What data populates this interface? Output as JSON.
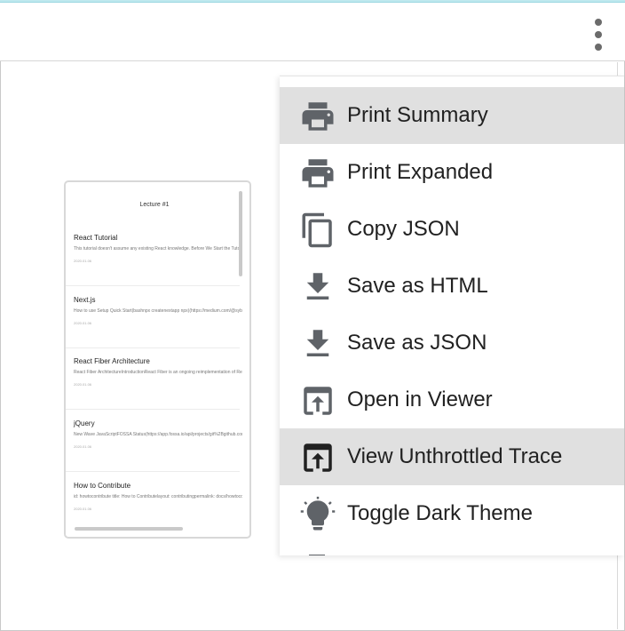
{
  "report": {
    "title": "Lecture #1",
    "entries": [
      {
        "title": "React Tutorial",
        "desc": "This tutorial doesn't assume any existing React knowledge. Before We Start the Tutorial (beforewestartthetutorial) We will build a small game during this tutorial",
        "date": "2020.01.06"
      },
      {
        "title": "Next.js",
        "desc": "How to use Setup Quick Start(bashnpx createnextapp npx)(https://medium.com/@sybkelabs/introducingnextjs) comes with create-next-app out of the box",
        "date": "2020.01.06"
      },
      {
        "title": "React Fiber Architecture",
        "desc": "React Fiber ArchitectureIntroductionReact Fiber is an ongoing reimplementation of React's core algorithm. It is the culmination of over two years of research",
        "date": "2020.01.06"
      },
      {
        "title": "jQuery",
        "desc": "New Wave JavaScriptFOSSA Status(https://app.fossa.io/api/projects/git%2Bgithub.com%2Fjquery%2Fjquery.svg?type=shield)(https://app.fossa.io/projects/git)",
        "date": "2020.01.06"
      },
      {
        "title": "How to Contribute",
        "desc": "id: howtocontribute title: How to Contributelayout: contributingpermalink: docs/howtocontribute.htmlnext: codebaseoverview.htmlredirect from: contributing",
        "date": "2020.01.06"
      }
    ]
  },
  "menu": {
    "items": [
      {
        "label": "Print Summary",
        "icon": "printer-icon",
        "highlighted": true
      },
      {
        "label": "Print Expanded",
        "icon": "printer-icon",
        "highlighted": false
      },
      {
        "label": "Copy JSON",
        "icon": "copy-icon",
        "highlighted": false
      },
      {
        "label": "Save as HTML",
        "icon": "download-icon",
        "highlighted": false
      },
      {
        "label": "Save as JSON",
        "icon": "download-icon",
        "highlighted": false
      },
      {
        "label": "Open in Viewer",
        "icon": "open-in-new-icon",
        "highlighted": false
      },
      {
        "label": "View Unthrottled Trace",
        "icon": "open-in-new-icon",
        "highlighted": true
      },
      {
        "label": "Toggle Dark Theme",
        "icon": "lightbulb-icon",
        "highlighted": false
      }
    ]
  },
  "colors": {
    "highlight": "#e0e0e0",
    "icon": "#5f6368",
    "accent": "#bfe9ef"
  }
}
